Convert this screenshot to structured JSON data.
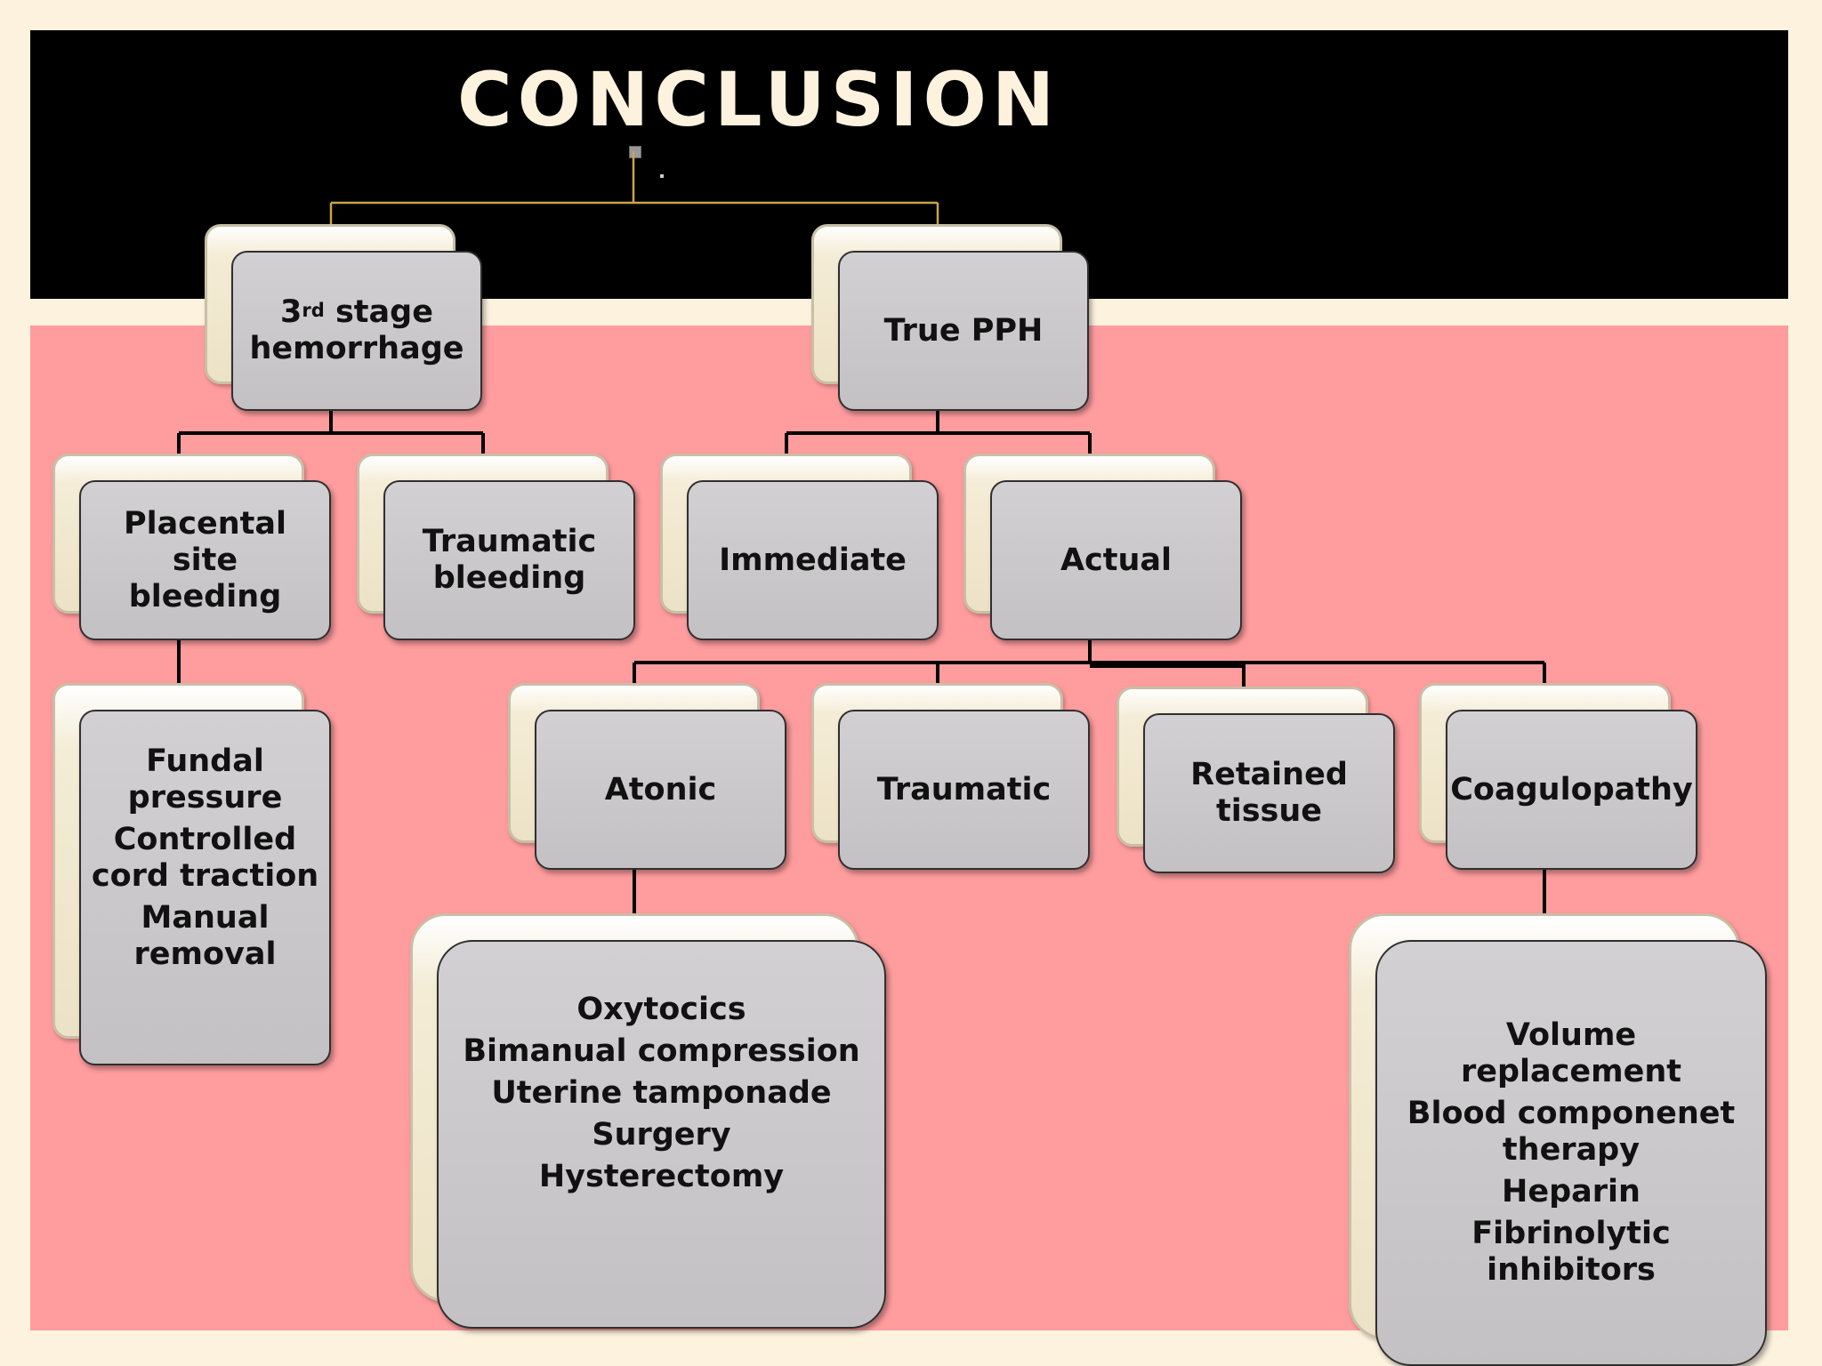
{
  "slide": {
    "title": "CONCLUSION",
    "colors": {
      "header_bg": "#000000",
      "content_bg": "#ff9c9e",
      "page_bg": "#fcf2de",
      "title_color": "#fcf2de",
      "node_fill": "#c8c6c8",
      "top_connector": "#c9a547",
      "connector": "#000000"
    }
  },
  "nodes": {
    "third_stage": {
      "num": "3",
      "sup": "rd",
      "rest": "stage",
      "line2": "hemorrhage"
    },
    "true_pph": {
      "label": "True PPH"
    },
    "placental_site": {
      "lines": [
        "Placental site",
        "bleeding"
      ]
    },
    "traumatic_bleeding": {
      "lines": [
        "Traumatic",
        "bleeding"
      ]
    },
    "immediate": {
      "label": "Immediate"
    },
    "actual": {
      "label": "Actual"
    },
    "third_stage_mgmt": {
      "items": [
        "Fundal pressure",
        "Controlled cord traction",
        "Manual removal"
      ]
    },
    "atonic": {
      "label": "Atonic"
    },
    "traumatic": {
      "label": "Traumatic"
    },
    "retained_tissue": {
      "lines": [
        "Retained",
        "tissue"
      ]
    },
    "coagulopathy": {
      "label": "Coagulopathy"
    },
    "atonic_mgmt": {
      "items": [
        "Oxytocics",
        "Bimanual compression",
        "Uterine tamponade",
        "Surgery",
        "Hysterectomy"
      ]
    },
    "coag_mgmt": {
      "items": [
        "Volume replacement",
        "Blood componenet therapy",
        "Heparin",
        "Fibrinolytic inhibitors"
      ]
    }
  }
}
